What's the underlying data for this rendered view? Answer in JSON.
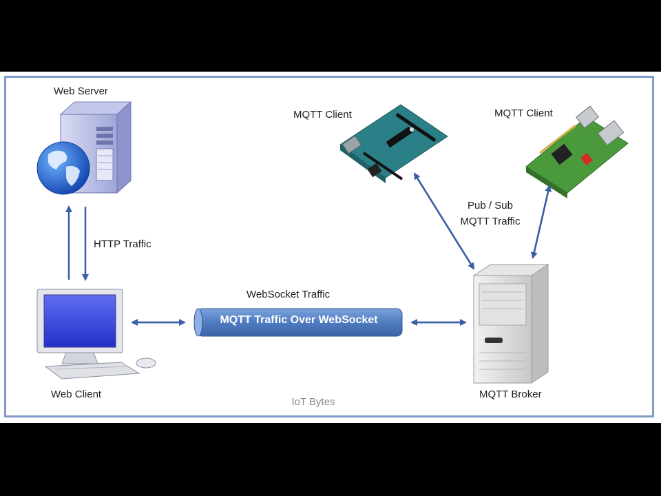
{
  "labels": {
    "web_server": "Web Server",
    "mqtt_client_left": "MQTT Client",
    "mqtt_client_right": "MQTT Client",
    "http_traffic": "HTTP Traffic",
    "pub_sub_line1": "Pub / Sub",
    "pub_sub_line2": "MQTT Traffic",
    "websocket_traffic": "WebSocket Traffic",
    "tube_text": "MQTT Traffic Over WebSocket",
    "web_client": "Web Client",
    "mqtt_broker": "MQTT Broker",
    "watermark": "IoT Bytes"
  },
  "colors": {
    "border": "#7f9bc9",
    "arrow": "#3a5fa5",
    "tube": "#5b86c6",
    "board_arduino": "#2b7f86",
    "board_rpi": "#4a9a3c"
  },
  "icons": [
    "server-globe-icon",
    "arduino-board-icon",
    "raspberry-pi-board-icon",
    "desktop-computer-icon",
    "broker-server-icon"
  ]
}
